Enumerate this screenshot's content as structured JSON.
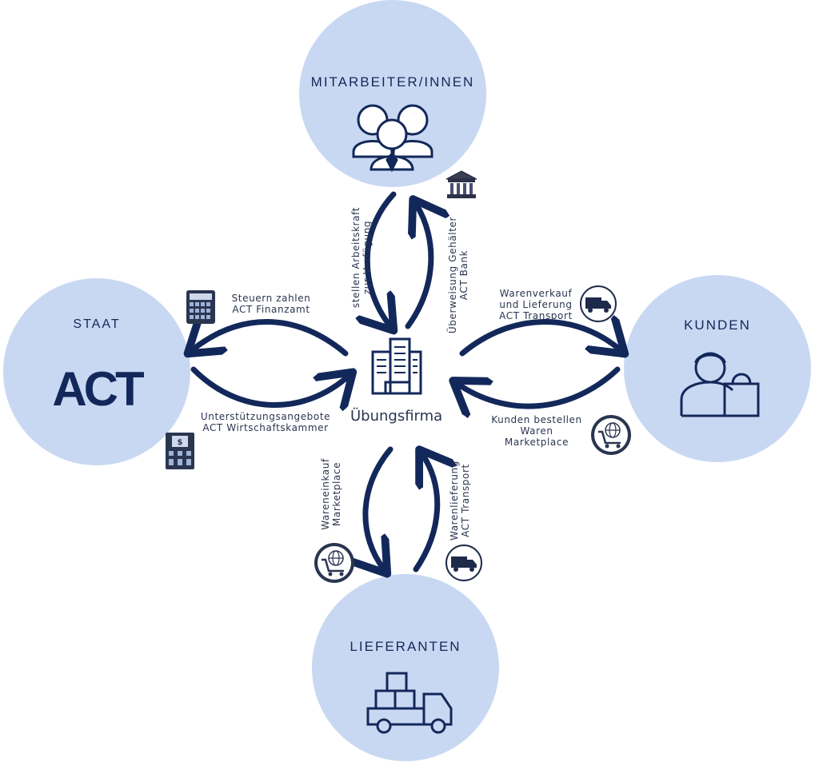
{
  "colors": {
    "circle": "#c9d8f2",
    "navy": "#13285a",
    "text": "#2a3550"
  },
  "nodes": {
    "top_title": "MITARBEITER/INNEN",
    "left_title": "STAAT",
    "left_logo": "ACT",
    "right_title": "KUNDEN",
    "bottom_title": "LIEFERANTEN",
    "center": "Übungsfirma"
  },
  "flows": {
    "top_in_l1": "stellen Arbeitskraft",
    "top_in_l2": "zur Verfügung",
    "top_out_l1": "Überweisung Gehälter",
    "top_out_l2": "ACT Bank",
    "left_out_l1": "Steuern zahlen",
    "left_out_l2": "ACT Finanzamt",
    "left_in_l1": "Unterstützungsangebote",
    "left_in_l2": "ACT Wirtschaftskammer",
    "right_out_l1": "Warenverkauf",
    "right_out_l2": "und Lieferung",
    "right_out_l3": "ACT Transport",
    "right_in_l1": "Kunden bestellen",
    "right_in_l2": "Waren",
    "right_in_l3": "Marketplace",
    "bottom_out_l1": "Wareneinkauf",
    "bottom_out_l2": "Marketplace",
    "bottom_in_l1": "Warenlieferung",
    "bottom_in_l2": "ACT Transport"
  },
  "icons": {
    "employees": "people-group-icon",
    "building": "office-building-icon",
    "customer": "customer-shopping-bag-icon",
    "supplier": "delivery-truck-boxes-icon",
    "bank": "bank-icon",
    "calculator": "calculator-icon",
    "cash_register": "cash-register-icon",
    "truck_badge": "truck-badge-icon",
    "cart_badge": "globe-cart-badge-icon"
  }
}
